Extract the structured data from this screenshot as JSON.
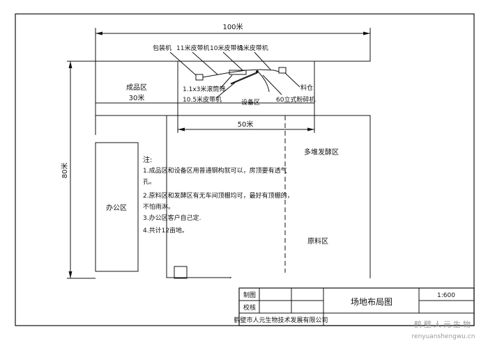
{
  "dimensions": {
    "width_total": "100米",
    "height_total": "80米",
    "finished_goods_width": "30米",
    "equipment_width": "50米"
  },
  "zones": {
    "finished_goods": "成品区",
    "equipment": "设备区",
    "office": "办公区",
    "fermentation": "多堆发酵区",
    "raw_material": "原料区"
  },
  "equipment": {
    "packing_machine": "包装机",
    "conveyor_11m": "11米皮带机",
    "conveyor_10m": "10米皮带机",
    "conveyor_8m": "8米皮带机",
    "drum_screen": "1.1x3米滚筒筛",
    "conveyor_10_5m": "10.5米皮带机",
    "hopper": "料仓",
    "crusher": "60立式粉碎机"
  },
  "notes": {
    "title": "注:",
    "lines": [
      "1.成品区和设备区用普通钢构就可以，房顶要有透气",
      "孔。",
      "2.原料区和发酵区有无车间顶棚均可，最好有顶棚的，",
      "不怕雨淋。",
      "3.办公区客户自己定.",
      "4.共计12亩地。"
    ]
  },
  "title_block": {
    "drawn_by": "制图",
    "checked_by": "校核",
    "title": "场地布局图",
    "scale": "1:600",
    "company": "鹤壁市人元生物技术发展有限公司"
  },
  "watermark": {
    "name": "鹤壁人元生物",
    "url": "renyuanshengwu.cn"
  }
}
